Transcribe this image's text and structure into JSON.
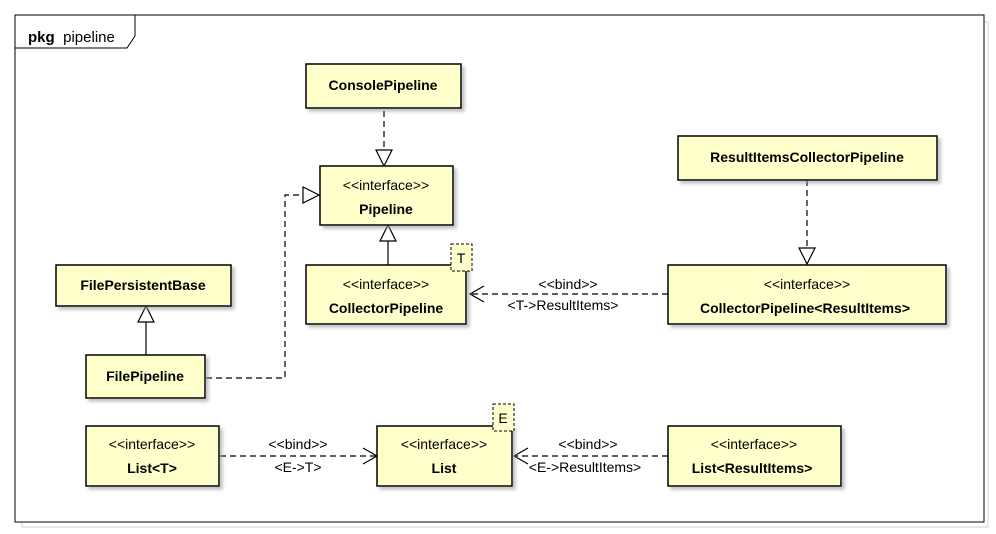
{
  "package": {
    "keyword": "pkg",
    "name": "pipeline"
  },
  "colors": {
    "class_fill": "#ffffcc",
    "line": "#000000",
    "shadow": "#c8c8c8"
  },
  "classes": {
    "console_pipeline": {
      "name": "ConsolePipeline"
    },
    "pipeline": {
      "stereotype": "<<interface>>",
      "name": "Pipeline"
    },
    "result_items_collector_pipeline": {
      "name": "ResultItemsCollectorPipeline"
    },
    "file_persistent_base": {
      "name": "FilePersistentBase"
    },
    "collector_pipeline": {
      "stereotype": "<<interface>>",
      "name": "CollectorPipeline",
      "type_param": "T"
    },
    "collector_pipeline_result_items": {
      "stereotype": "<<interface>>",
      "name": "CollectorPipeline<ResultItems>"
    },
    "file_pipeline": {
      "name": "FilePipeline"
    },
    "list_t": {
      "stereotype": "<<interface>>",
      "name": "List<T>"
    },
    "list": {
      "stereotype": "<<interface>>",
      "name": "List",
      "type_param": "E"
    },
    "list_result_items": {
      "stereotype": "<<interface>>",
      "name": "List<ResultItems>"
    }
  },
  "bindings": {
    "collector": {
      "keyword": "<<bind>>",
      "mapping": "<T->ResultItems>"
    },
    "list_t": {
      "keyword": "<<bind>>",
      "mapping": "<E->T>"
    },
    "list_result_items": {
      "keyword": "<<bind>>",
      "mapping": "<E->ResultItems>"
    }
  }
}
